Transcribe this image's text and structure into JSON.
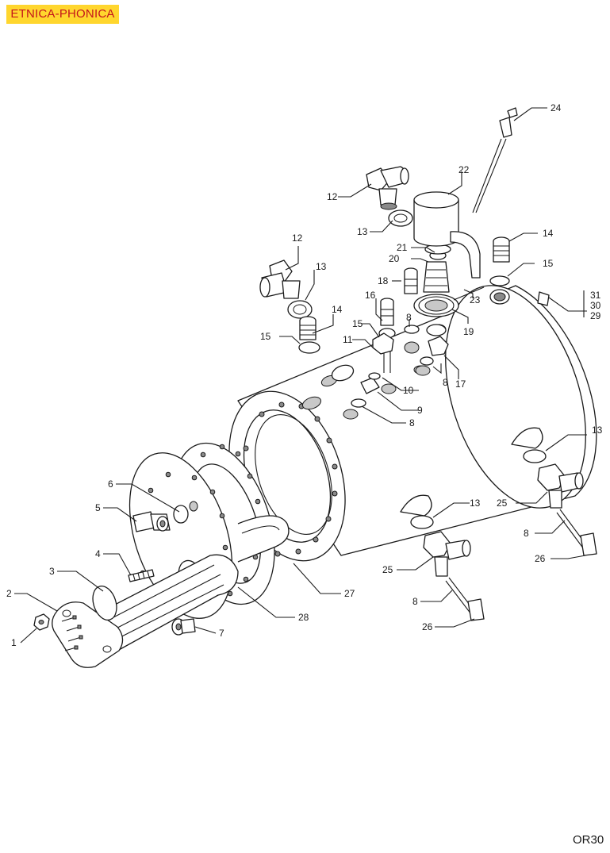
{
  "header": {
    "brand": "ETNICA-PHONICA"
  },
  "footer": {
    "code": "OR30"
  },
  "colors": {
    "badge_bg": "#ffd62e",
    "badge_text": "#c4141b",
    "ink": "#1a1a1a"
  },
  "callouts": {
    "c1": "1",
    "c2": "2",
    "c3": "3",
    "c4": "4",
    "c5": "5",
    "c6": "6",
    "c7": "7",
    "c8a": "8",
    "c8b": "8",
    "c8c": "8",
    "c8d": "8",
    "c8e": "8",
    "c9": "9",
    "c10": "10",
    "c11": "11",
    "c12a": "12",
    "c12b": "12",
    "c13a": "13",
    "c13b": "13",
    "c13c": "13",
    "c13d": "13",
    "c14a": "14",
    "c14b": "14",
    "c15a": "15",
    "c15b": "15",
    "c15c": "15",
    "c16": "16",
    "c17": "17",
    "c18": "18",
    "c19": "19",
    "c20": "20",
    "c21": "21",
    "c22": "22",
    "c23": "23",
    "c24": "24",
    "c25a": "25",
    "c25b": "25",
    "c26a": "26",
    "c26b": "26",
    "c27": "27",
    "c28": "28",
    "c31": "31",
    "c30": "30",
    "c29": "29"
  }
}
